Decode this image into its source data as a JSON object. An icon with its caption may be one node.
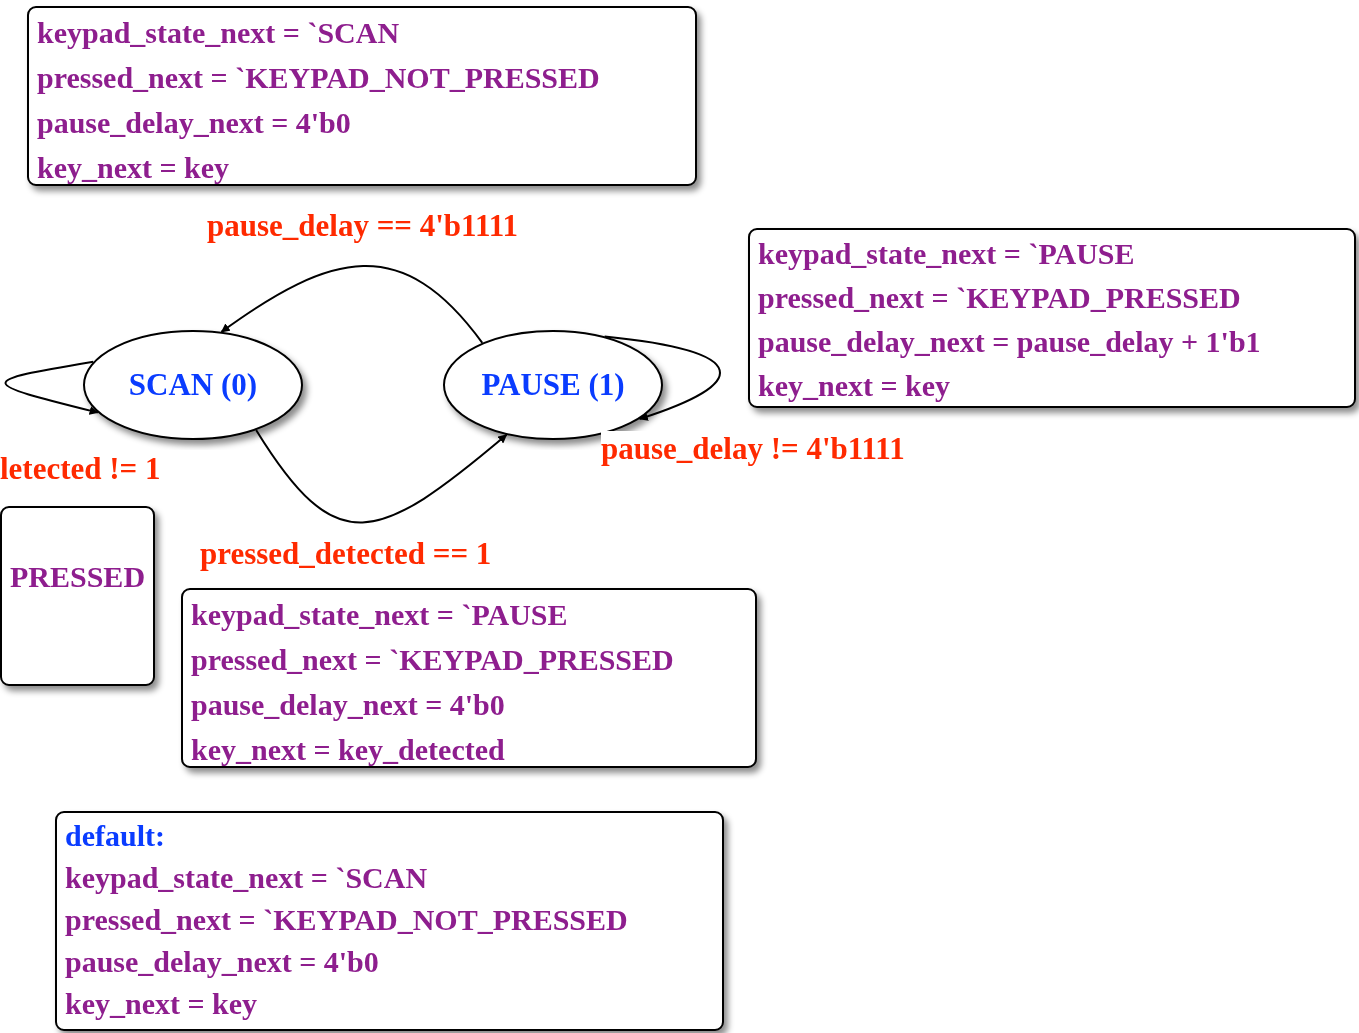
{
  "diagram": {
    "nodes": [
      {
        "text": [
          "keypad_state_next = `SCAN",
          "pressed_next = `KEYPAD_NOT_PRESSED",
          "pause_delay_next = 4'b0",
          "key_next = key"
        ]
      },
      {
        "text": [
          "keypad_state_next = `PAUSE",
          "pressed_next = `KEYPAD_PRESSED",
          "pause_delay_next = pause_delay + 1'b1",
          "key_next = key"
        ]
      },
      {
        "text": [
          "SCAN (0)"
        ]
      },
      {
        "text": [
          "PAUSE (1)"
        ]
      },
      {
        "text": [
          "PRESSED"
        ]
      },
      {
        "text": [
          "keypad_state_next = `PAUSE",
          "pressed_next = `KEYPAD_PRESSED",
          "pause_delay_next = 4'b0",
          "key_next = key_detected"
        ]
      },
      {
        "text": [
          "default:",
          "keypad_state_next = `SCAN",
          "pressed_next = `KEYPAD_NOT_PRESSED",
          "pause_delay_next = 4'b0",
          "key_next = key"
        ]
      }
    ],
    "edges": [
      {
        "from": 3,
        "to": 2,
        "arrow": "to",
        "label": "pause_delay == 4'b1111"
      },
      {
        "from": 3,
        "to": 3,
        "arrow": "to",
        "label": "pause_delay != 4'b1111"
      },
      {
        "from": 2,
        "to": 2,
        "arrow": "to",
        "label": "letected != 1"
      },
      {
        "from": 2,
        "to": 3,
        "arrow": "to",
        "label": "pressed_detected == 1"
      }
    ]
  }
}
